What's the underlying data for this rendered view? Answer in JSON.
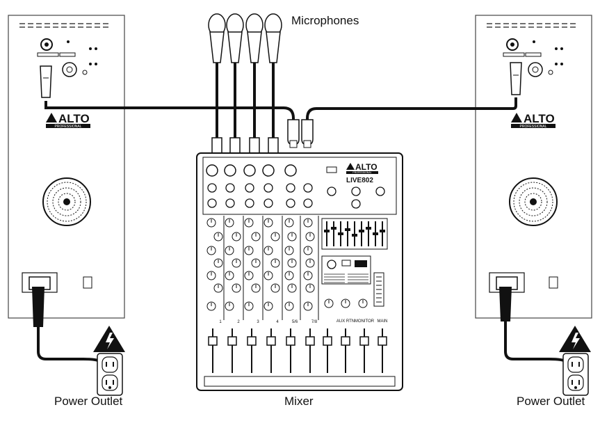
{
  "labels": {
    "microphones": "Microphones",
    "mixer": "Mixer",
    "power_outlet_left": "Power Outlet",
    "power_outlet_right": "Power Outlet"
  },
  "speaker_left": {
    "brand": "ALTO",
    "sub": "PROFESSIONAL"
  },
  "speaker_right": {
    "brand": "ALTO",
    "sub": "PROFESSIONAL"
  },
  "mixer": {
    "brand": "ALTO",
    "sub": "PROFESSIONAL",
    "model": "LIVE802",
    "channel_numbers": [
      "1",
      "2",
      "3",
      "4",
      "5/6",
      "7/8"
    ],
    "bus_labels": [
      "AUX RTN",
      "MONITOR",
      "MAIN"
    ]
  },
  "colors": {
    "line": "#111111",
    "panel": "#ffffff",
    "shade": "#e6e6e6"
  }
}
